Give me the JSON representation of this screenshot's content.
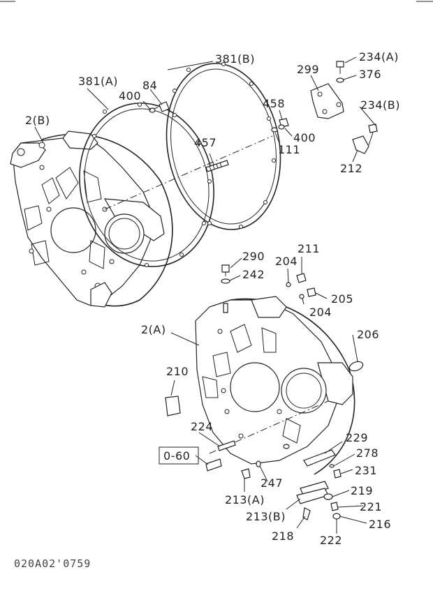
{
  "labels": {
    "p381a": "381(A)",
    "p381b": "381(B)",
    "p84": "84",
    "p400a": "400",
    "p2b": "2(B)",
    "p457": "457",
    "p458": "458",
    "p400b": "400",
    "p111": "111",
    "p299": "299",
    "p234a": "234(A)",
    "p376": "376",
    "p234b": "234(B)",
    "p212": "212",
    "p290": "290",
    "p242": "242",
    "p211": "211",
    "p204a": "204",
    "p204b": "204",
    "p205": "205",
    "p2a": "2(A)",
    "p206": "206",
    "p210": "210",
    "p224": "224",
    "p060": "0-60",
    "p229": "229",
    "p278": "278",
    "p231": "231",
    "p247": "247",
    "p219": "219",
    "p213a": "213(A)",
    "p221": "221",
    "p213b": "213(B)",
    "p216": "216",
    "p218": "218",
    "p222": "222"
  },
  "drawing_code": "020A02'0759"
}
